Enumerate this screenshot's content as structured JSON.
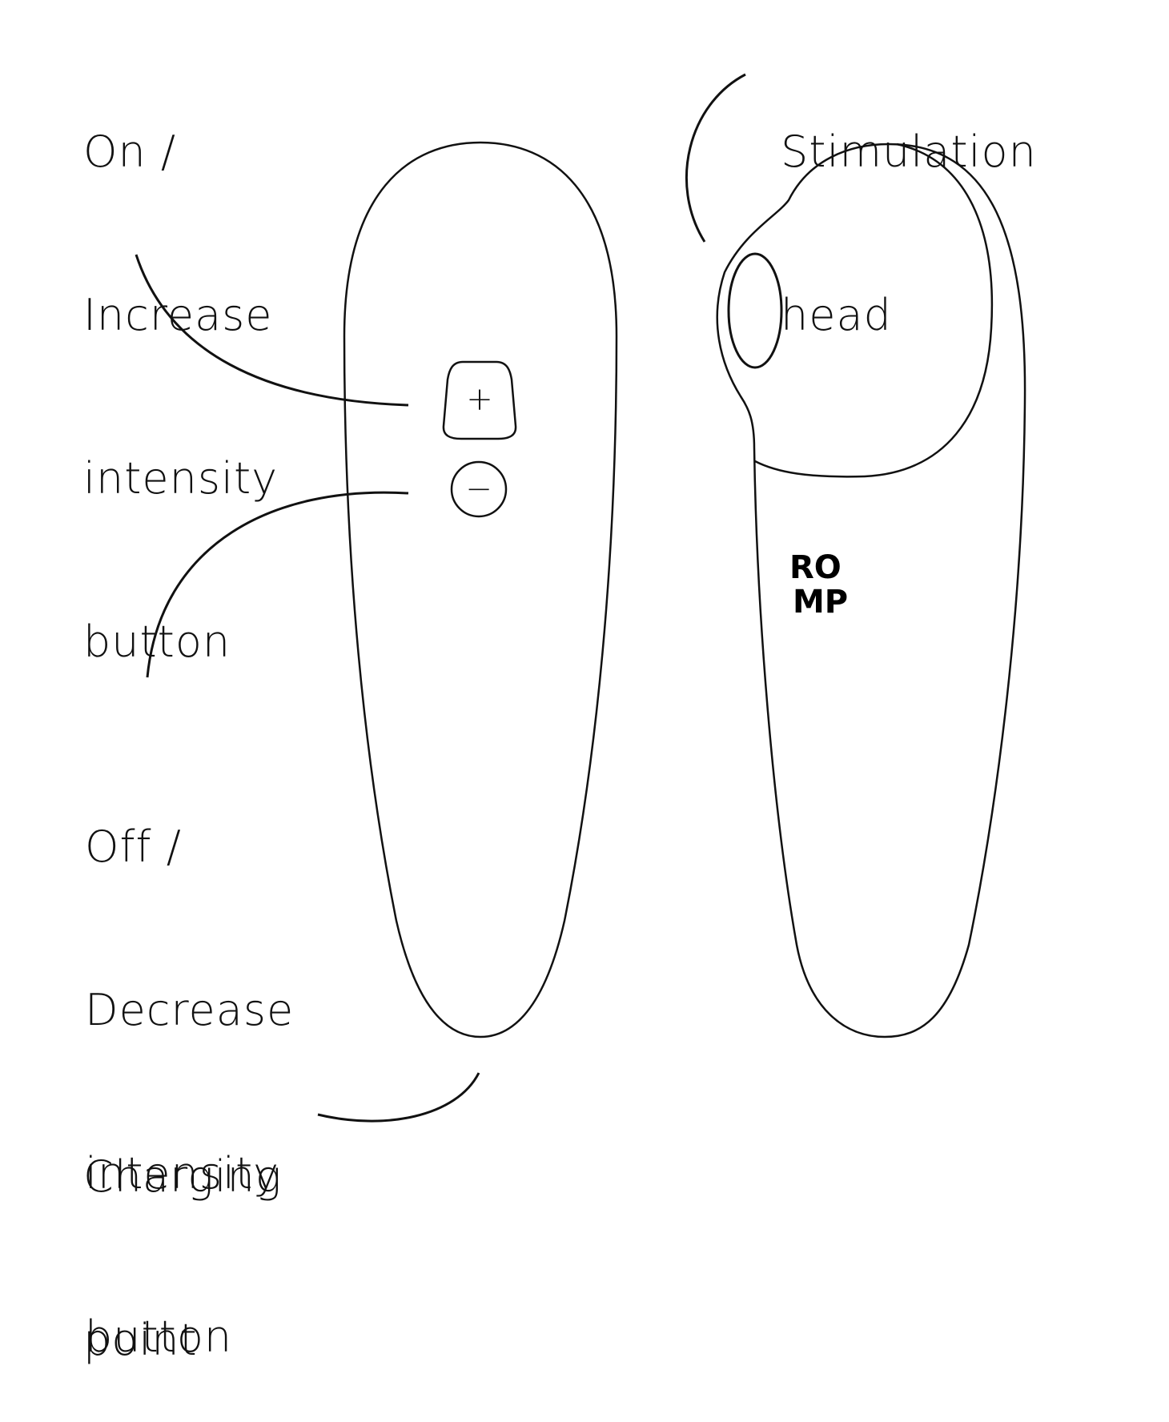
{
  "labels": {
    "on_increase": [
      "On /",
      "Increase",
      "intensity",
      "button"
    ],
    "stimulation_head": [
      "Stimulation",
      "head"
    ],
    "off_decrease": [
      "Off /",
      "Decrease",
      "intensity",
      "button"
    ],
    "charging_point": [
      "Charging",
      "point"
    ]
  },
  "buttons": {
    "plus_symbol": "+",
    "minus_symbol": "−"
  },
  "logo": {
    "line1": "RO",
    "line2": "MP"
  },
  "colors": {
    "line": "#111111",
    "background": "#ffffff"
  }
}
